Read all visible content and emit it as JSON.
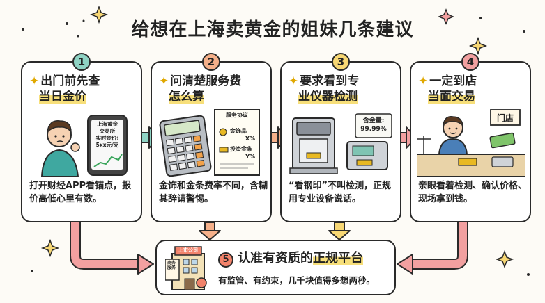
{
  "title": "给想在上海卖黄金的姐妹几条建议",
  "steps": [
    {
      "num": "1",
      "heading_line1": "出门前先查",
      "heading_line2": "当日金价",
      "phone_line1": "上海黄金",
      "phone_line2": "交易所",
      "phone_line3": "实时金价:",
      "phone_line4": "5xx元/克",
      "desc": "打开财经APP看锚点，报价高低心里有数。",
      "badge_color": "#8fd3c4"
    },
    {
      "num": "2",
      "heading_line1": "问清楚服务费",
      "heading_line2": "怎么算",
      "paper_title": "服务协议",
      "paper_item1": "金饰品",
      "paper_rate1": "X%",
      "paper_item2": "投资金条",
      "paper_rate2": "Y%",
      "desc": "金饰和金条费率不同，含糊其辞请警惕。",
      "badge_color": "#f5b08a"
    },
    {
      "num": "3",
      "heading_line1": "要求看到专",
      "heading_line2": "业仪器检测",
      "screen_label": "含金量:",
      "screen_value": "99.99%",
      "desc": "“看钢印”不叫检测，正规用专业设备说话。",
      "badge_color": "#f7d774"
    },
    {
      "num": "4",
      "heading_line1": "一定到店",
      "heading_line2": "当面交易",
      "store_sign": "门店",
      "desc": "亲眼看着检测、确认价格、现场拿到钱。",
      "badge_color": "#f2a0a0"
    }
  ],
  "final": {
    "num": "5",
    "heading_prefix": "认准有资质的",
    "heading_highlight": "正规平台",
    "desc": "有监管、有约束，几千块值得多想两秒。",
    "building_sign": "上市公司",
    "building_plate": "商务服务"
  },
  "colors": {
    "teal": "#8fd3c4",
    "orange": "#f5b08a",
    "yellow": "#f7d774",
    "pink": "#f2a0a0",
    "gold": "#e8b923",
    "coral": "#f2836b"
  }
}
